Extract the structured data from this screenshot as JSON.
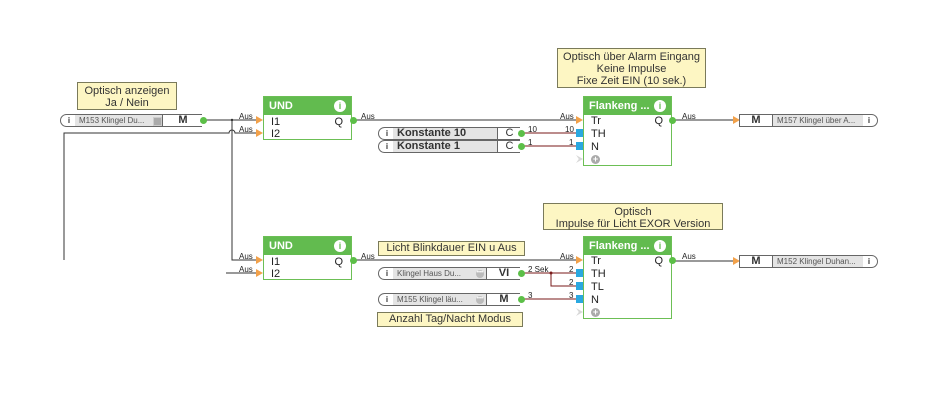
{
  "notes": {
    "optisch_anzeigen": [
      "Optisch anzeigen",
      "Ja / Nein"
    ],
    "alarm": [
      "Optisch über Alarm Eingang",
      "Keine Impulse",
      "Fixe Zeit EIN (10 sek.)"
    ],
    "exor": [
      "Optisch",
      "Impulse für Licht EXOR Version"
    ],
    "blink": "Licht Blinkdauer EIN u Aus",
    "anzahl": "Anzahl Tag/Nacht Modus"
  },
  "inputs": {
    "m153": {
      "info": "i",
      "label": "M153 Klingel Du...",
      "type": "M"
    },
    "konst10": {
      "info": "i",
      "label": "Konstante 10",
      "type": "C",
      "value": "10"
    },
    "konst1": {
      "info": "i",
      "label": "Konstante 1",
      "type": "C",
      "value": "1"
    },
    "klingel_haus": {
      "info": "i",
      "label": "Klingel Haus Du...",
      "type": "VI",
      "value": "2 Sek"
    },
    "m155": {
      "info": "i",
      "label": "M155 Klingel läu...",
      "type": "M",
      "value": "3"
    }
  },
  "outputs": {
    "m157": {
      "type": "M",
      "label": "M157 Klingel über A...",
      "info": "i"
    },
    "m152": {
      "type": "M",
      "label": "M152 Klingel Duhan...",
      "info": "i"
    }
  },
  "blocks": {
    "und1": {
      "title": "UND",
      "info": "i",
      "inputs": [
        "I1",
        "I2"
      ],
      "output": "Q"
    },
    "und2": {
      "title": "UND",
      "info": "i",
      "inputs": [
        "I1",
        "I2"
      ],
      "output": "Q"
    },
    "flank1": {
      "title": "Flankeng ...",
      "info": "i",
      "inputs": [
        "Tr",
        "TH",
        "N"
      ],
      "output": "Q",
      "add": "+"
    },
    "flank2": {
      "title": "Flankeng ...",
      "info": "i",
      "inputs": [
        "Tr",
        "TH",
        "TL",
        "N"
      ],
      "output": "Q",
      "add": "+"
    }
  },
  "wire_labels": {
    "aus": "Aus",
    "v10": "10",
    "v1": "1",
    "v2sek": "2 Sek",
    "v2": "2",
    "v3": "3"
  }
}
